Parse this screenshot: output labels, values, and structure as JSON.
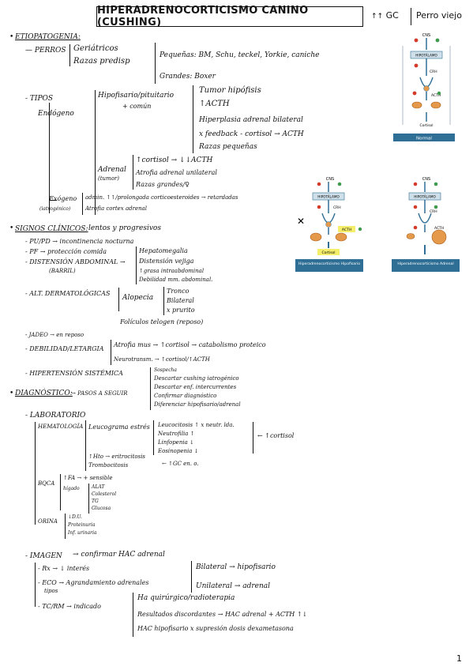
{
  "header": {
    "title": "HIPERADRENOCORTICISMO CANINO (CUSHING)",
    "abbr": "GC",
    "species": "Perro viejo"
  },
  "etiopatogenia": {
    "heading": "ETIOPATOGENIA:",
    "perros_label": "PERROS",
    "perros_items": [
      "Geriátricos",
      "Razas predisp"
    ],
    "razas": [
      "Pequeñas: BM, Schu, teckel, Yorkie, caniche",
      "Grandes: Boxer"
    ],
    "tipos_label": "TIPOS",
    "endogeno_label": "Endógeno",
    "hipofisario_label": "Hipofisario/pituitario",
    "hipofisario_sub": "+ común",
    "hipofisario_items": [
      "Tumor hipófisis",
      "↑ACTH",
      "Hiperplasia adrenal bilateral",
      "x feedback - cortisol → ACTH",
      "Razas pequeñas"
    ],
    "adrenal_label": "Adrenal",
    "adrenal_sub": "(tumor)",
    "adrenal_items": [
      "↑cortisol → ↓↓ACTH",
      "Atrofia adrenal unilateral",
      "Razas grandes/♀"
    ],
    "exogeno_label": "Exógeno",
    "exogeno_sub": "(iatrogénico)",
    "exogeno_items": [
      "admin. ↑↑/prolongada corticoesteroides → retardadas",
      "Atrofia cortex adrenal"
    ]
  },
  "signos": {
    "heading": "SIGNOS CLÍNICOS:",
    "heading_note": "lentos y progresivos",
    "pupd": "PU/PD → incontinencia nocturna",
    "pf": "PF → protección comida",
    "distension": "DISTENSIÓN ABDOMINAL",
    "distension_sub": "(BARRIL)",
    "distension_items": [
      "Hepatomegalia",
      "Distensión vejiga",
      "↑grasa intraabdominal",
      "Debilidad mm. abdominal."
    ],
    "dermato": "ALT. DERMATOLÓGICAS",
    "alopecia": "Alopecia",
    "alopecia_items": [
      "Tronco",
      "Bilateral",
      "x prurito"
    ],
    "foliculos": "Folículos telogen (reposo)",
    "jadeo": "JADEO → en reposo",
    "debilidad": "DEBILIDAD/LETARGIA",
    "debilidad_items": [
      "Atrofia mus → ↑cortisol → catabolismo proteico",
      "Neurotransm. → ↑cortisol/↑ACTH"
    ],
    "hipertension": "HIPERTENSIÓN SISTÉMICA"
  },
  "diagnostico": {
    "heading": "DIAGNÓSTICO:",
    "heading_note": "→ PASOS A SEGUIR",
    "pasos": [
      "Sospecha",
      "Descartar cushing iatrogénico",
      "Descartar enf. intercurrentes",
      "Confirmar diagnóstico",
      "Diferenciar hipofisario/adrenal"
    ],
    "laboratorio": "LABORATORIO",
    "hematologia": "HEMATOLOGÍA",
    "leucograma": "Leucograma estrés",
    "leucograma_items": [
      "Leucocitosis ↑ x neutr. lda.",
      "Neutrofilia ↑",
      "Linfopenia ↓",
      "Eosinopenia ↓"
    ],
    "leucograma_result": "← ↑cortisol",
    "hto": "↑Hto → eritrocitosis",
    "trombo": "Trombocitosis",
    "gc_note": "← ↑GC en. o.",
    "bqca": "BQCA",
    "fa": "↑FA → + sensible",
    "bqca_higado": "hígado",
    "bqca_items": [
      "ALAT",
      "Colesterol",
      "TG",
      "Glucosa"
    ],
    "orina": "ORINA",
    "orina_items": [
      "↓D.U.",
      "Proteinuria",
      "Inf. urinaria"
    ],
    "imagen": "IMAGEN",
    "imagen_note": "→ confirmar HAC adrenal",
    "rx": "Rx → ↓ interés",
    "eco": "ECO → Agrandamiento adrenales",
    "eco_sub": "tipos",
    "eco_results": [
      "Bilateral → hipofisario",
      "Unilateral → adrenal"
    ],
    "tcrm": "TC/RM → indicado",
    "tcrm_items": [
      "Ha quirúrgico/radioterapia",
      "Resultados discordantes → HAC adrenal + ACTH ↑↓",
      "HAC hipofisario x supresión dosis dexametasona"
    ]
  },
  "diagrams": {
    "cns": "CNS",
    "hipotalamo": "HIPOTÁLAMO",
    "crh": "CRH",
    "acth": "ACTH",
    "cortisol": "Cortisol",
    "normal_label": "Normal",
    "hipo_label": "Hiperadrenocorticismo Hipofisario",
    "adrenal_label": "Hiperadrenocorticismo Adrenal",
    "accent": "#2f6f95",
    "red": "#d43b2b",
    "green": "#3e9b4b",
    "gland": "#e59a4b",
    "highlight": "#f5ee6b"
  },
  "footer": {
    "page": "1"
  }
}
